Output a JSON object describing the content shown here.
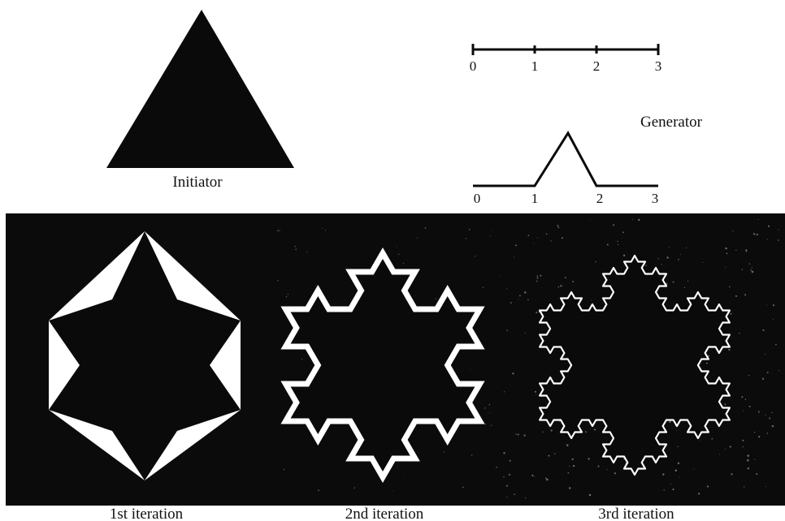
{
  "initiator": {
    "label": "Initiator"
  },
  "generator": {
    "label": "Generator",
    "top_ticks": [
      "0",
      "1",
      "2",
      "3"
    ],
    "bottom_ticks": [
      "0",
      "1",
      "2",
      "3"
    ]
  },
  "iterations": [
    {
      "label": "1st iteration"
    },
    {
      "label": "2nd iteration"
    },
    {
      "label": "3rd iteration"
    }
  ],
  "colors": {
    "ink": "#0a0a0a",
    "paper": "#ffffff",
    "panel": "#0b0b0b"
  }
}
